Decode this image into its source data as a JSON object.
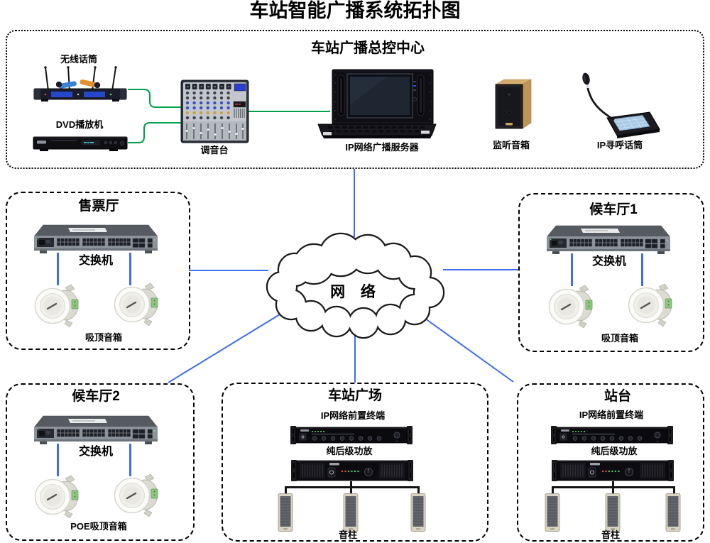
{
  "title": "车站智能广播系统拓扑图",
  "colors": {
    "connection_blue": "#3d6df2",
    "connection_green": "#00a14b",
    "connection_black": "#141414",
    "border_black": "#000000",
    "background": "#ffffff"
  },
  "control_center": {
    "title": "车站广播总控中心",
    "wireless_mic_label": "无线话筒",
    "dvd_player_label": "DVD播放机",
    "mixer_label": "调音台",
    "server_label": "IP网络广播服务器",
    "monitor_speaker_label": "监听音箱",
    "paging_mic_label": "IP寻呼话筒"
  },
  "cloud": {
    "label": "网 络"
  },
  "zones": [
    {
      "title": "售票厅",
      "device_label": "交换机",
      "speakers_label": "吸顶音箱"
    },
    {
      "title": "候车厅1",
      "device_label": "交换机",
      "speakers_label": "吸顶音箱"
    },
    {
      "title": "候车厅2",
      "device_label": "交换机",
      "speakers_label": "POE吸顶音箱"
    },
    {
      "title": "车站广场",
      "terminal_label": "IP网络前置终端",
      "amp_label": "纯后级功放",
      "speakers_label": "音柱"
    },
    {
      "title": "站台",
      "terminal_label": "IP网络前置终端",
      "amp_label": "纯后级功放",
      "speakers_label": "音柱"
    }
  ]
}
